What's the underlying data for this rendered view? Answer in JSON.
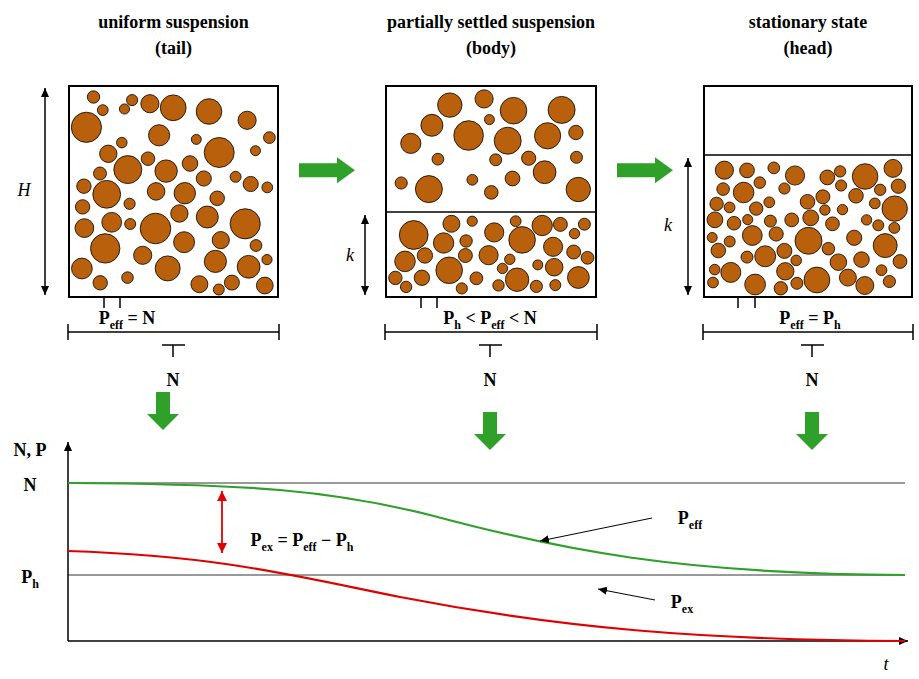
{
  "diagram": {
    "nodes": [
      {
        "text": [
          "uniform suspension (tail)"
        ]
      },
      {
        "text": [
          "partially settled suspension (body)"
        ]
      },
      {
        "text": [
          "stationary state (head)"
        ]
      }
    ],
    "edges": [
      {
        "from": 0,
        "to": 1,
        "arrow": "to"
      },
      {
        "from": 1,
        "to": 2,
        "arrow": "to"
      }
    ],
    "labels": [
      "H",
      "k",
      "k",
      "Peff = N",
      "N",
      "Ph < Peff < N",
      "N",
      "Peff = Ph",
      "N",
      "N, P",
      "N",
      "Ph",
      "Pex = Peff − Ph",
      "Peff",
      "Pex",
      "t"
    ]
  }
}
